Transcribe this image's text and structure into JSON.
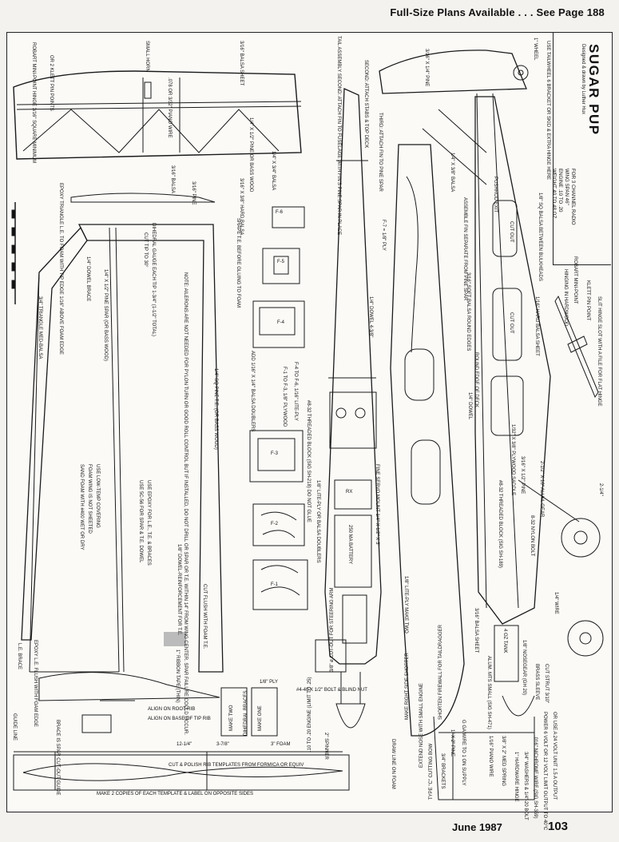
{
  "header": {
    "plans_note": "Full-Size Plans Available . . . See Page 188"
  },
  "title_block": {
    "title": "SUGAR PUP",
    "byline": "Designed & drawn by Luther Hux",
    "specs": [
      "FOR 3 CHANNEL RADIO",
      "WING SPAN 46\"",
      "ENGINE .10 TO .20",
      "WEIGHT 40 TO 48 OZ."
    ]
  },
  "notes": {
    "wing_top_hinge": "ROBART MINI-POINT HINGE 3/16\" SQUARE MINIMUM",
    "klett_pins": "OR 2 KLETT PIN POINTS",
    "small_horn": "SMALL HORN",
    "wire_078": ".078 OR 3/32\" PIANO WIRE",
    "balsa_316_sheet": "3/16\" BALSA SHEET",
    "balsa_316": "3/16\" BALSA",
    "pine_14x12": "1/4\" X 1/2\" PINE OR BASS WOOD",
    "balsa_14x34": "1/4\" X 3/4\" BALSA",
    "balsa_316_hard": "3/16\" X 3/8\" HARD BALSA",
    "balsa_316_pine": "3/16\" PINE",
    "epoxy_triangle": "EPOXY TRIANGLE L.E. TO FOAM WITH TIP EDGE 1/16\" ABOVE FOAM EDGE",
    "dihedral_gauge": "DIHEDRAL GAUGE EACH TIP 1-3/4\" (1-1/2\" TOTAL)",
    "cut_tip": "CUT TIP TO 30°",
    "dowel_brace": "1/4\" DOWEL BRACE",
    "pine_spar": "1/4\" X 1/2\" PINE SPAR (OR BASS WOOD)",
    "shape_te": "SHAPE T.E. BEFORE GLUING TO FOAM",
    "triangle_med_balsa": "3/4\" TRIANGLE MED-BALSA",
    "note_ailerons": "NOTE: AILERONS ARE NOT NEEDED FOR PYLON TURN OR GOOD ROLL CONTROL BUT IF INSTALLED, DO NOT DRILL OR SPAR OR T.E. WITHIN 14\" FROM WING CENTER. SPAR FAILURE COULD OCCUR.",
    "sand_foam": "SAND FOAM WITH #400 WET OR DRY",
    "foam_wing_not": "FOAM WING IS NOT SHEETED",
    "low_temp": "USE LOW-TEMP COVERING",
    "use_5c56": "USE 5C-56 FOR SPAR & T.E. DOWEL",
    "use_epoxy": "USE EPOXY FOR L.E., T.E. & BRACES",
    "pine_te": "1/4\" SQ PINE T.E. (OR BASS WOOD)",
    "dowel_reinforce": "1/8\" DOWEL-REINFORCEMENT FOR T.E.",
    "cut_flush": "CUT FLUSH WITH FOAM T.E.",
    "ribbon_tape": "1\" RIBBON TAPE (THIN)",
    "le_brace": "L.E. BRACE",
    "epoxy_le": "EPOXY L.E. FLUSH WITH FOAM EDGE",
    "align_root": "ALIGN ON ROOT RIB",
    "align_tip": "ALIGN ON BASE OF TIP RIB",
    "guide_line": "GUIDE LINE",
    "spar_cutout": "BRACE IS SPAR CUT-OUT GUIDE",
    "dim_1": "12-1/4\"",
    "dim_2": "3-7/8\"",
    "foam_3": "3\" FOAM",
    "cut_polish": "CUT & POLISH RIB TEMPLATES FROM FORMICA OR EQUIV",
    "make_two_copies": "MAKE 2 COPIES OF EACH TEMPLATE & LABEL ON OPPOSITE SIDES",
    "make_two": "MAKE TWO",
    "dihedral_braces": "DIHEDRAL BRACES",
    "make_one": "MAKE ONE",
    "ply_18": "1/8\" PLY",
    "add_doublers": "ADD 1/16\" X 1/4\" BALSA DOUBLERS",
    "f1_f3": "F-1 TO F-3, 1/8\" PLYWOOD",
    "f4_f6": "F-4 TO F-6, 1/16\" LITE-PLY",
    "engine_range": ".10 TO .20 ENGINE (LIMIT TO .25)",
    "tail_assembly": "TAIL ASSEMBLY SECOND: ATTACH FIN TO FUSELAGE WITH FIN'S PINE SPAR IN PLACE",
    "second_attach": "SECOND: ATTACH STABS & TOP DECK",
    "third_attach": "THIRD: ATTACH FIN TO PINE SPAR",
    "ply_f7": "F-7 = 1/8\" PLY",
    "dowel_14": "1/4\" DOWEL 4-3/8\"",
    "pine_316": "3/16\" X 3/8\" PINE",
    "balsa_doublers": "1/8\" LITE-PLY OR BALSA DOUBLERS",
    "threaded_block": "#8-32 THREADED BLOCK (SIG SH-218) DO NOT GLUE",
    "rx": "RX",
    "battery": "250 MA BATTERY",
    "servo_mount": "FINE SERVO MOUNT 1/4\" X 1/2\" X 3\"",
    "cutout_steering": "3/8\" ø CUT-OUT FOR STEERING ARM",
    "bolt_blind": "#4-40 X 1/2\" BOLT & BLIND NUT",
    "spinner": "2\" SPINNER",
    "lite_ply_main": "1/8\" LITE-PLY MAKE TWO",
    "extend_nose": "EXTEND NOSE WITH SMALL ENGINE",
    "right_side": "MAKE RIGHT SIDE SHORTER",
    "shorten_firewall": "SHORTEN FIREWALL FOR TAILDRAGGER",
    "pine_316_14": "3/16\" X 1/4\" PINE",
    "balsa_316_14": "1/4\" X 3/8\" BALSA",
    "assemble_fin": "ASSEMBLE FIN SEPARATE FROM PINE SPAR",
    "pushrod_exit": "PUSHROD EXIT",
    "balsa_soft": "3/16\" SOFT BALSA ROUND EDGES",
    "round_deck": "ROUND EDGE OF DECK",
    "dowel_14b": "1/4\" DOWEL",
    "ply_saddle": "1/32\" X 3/8\" PLYWOOD SADDLE",
    "threaded_block_2": "#8-32 THREADED BLOCK (SIG SH-189)",
    "pine_316b": "3/16\" X 1/2\" PINE",
    "balsa_between": "1/8\" SQ BALSA BETWEEN BULKHEADS",
    "tailwheel": "USE TAILWHEEL 6 BRACKET OR SKID & EXTRA HINGE HERE",
    "wheel_1": "1\" WHEEL",
    "cut_out": "CUT OUT",
    "hinging": "HINGING IN HARDWOOD",
    "robart": "ROBART MINI-POINT",
    "klett": "KLETT PIN POINT",
    "slit_hinge": "SLIT HINGE SLOT WITH A FILE FOR FLAT HINGE",
    "hard_balsa": "1/16\" HARD BALSA SHEET",
    "aluminum_gear": "2-1/2\" X 10\" ALUM. GEAR",
    "nylon_bolt": "8-32 NYLON BOLT",
    "wheel_2": "2-1/4\"",
    "balsa_sheet_316": "3/16\" BALSA SHEET",
    "alum_mts": "ALUM. MTS SMALL (SIG SH-471)",
    "tank": "4 OZ TANK",
    "nosegear": "1/8\" NOSEGEAR (GH 20)",
    "brass_sleeve": "BRASS SLEEVE",
    "cut_strut": "CUT STRUT 3/10\"",
    "wire_14": "1/4\" WIRE",
    "bow_line": "DRAW LINE ON FOAM",
    "type_cutting_bow": "TYPE \"C\" CUTTING BOW",
    "g_wire": "G GA WIRE TO 1 ON SUPPLY",
    "piano_wire": "1/16\" PIANO WIRE",
    "med_spring": "3/8\" X 2\" MED SPRING",
    "hardware_hinge": "1\" HARDWARE HINGE",
    "washers": "3/4\" WASHERS & 1/4\"-20 BOLT",
    "nichrome": ".016\" NICHROME WIRE (SIG SH-359)",
    "power": "POWER 6 VOLT OR 12 VOLT LIMIT OUTPUT TO 40°C",
    "battery_charger": "OR USE A 24 VOLT UNIT 1.5 A OUTPUT",
    "brackets": "3/4\" BRACKETS",
    "pine_bow": "1\" X 2\" PINE",
    "f1": "F-1",
    "f2": "F-2",
    "f3": "F-3",
    "f4": "F-4",
    "f5": "F-5",
    "f6": "F-6"
  },
  "footer": {
    "date": "June 1987",
    "page": "103"
  }
}
